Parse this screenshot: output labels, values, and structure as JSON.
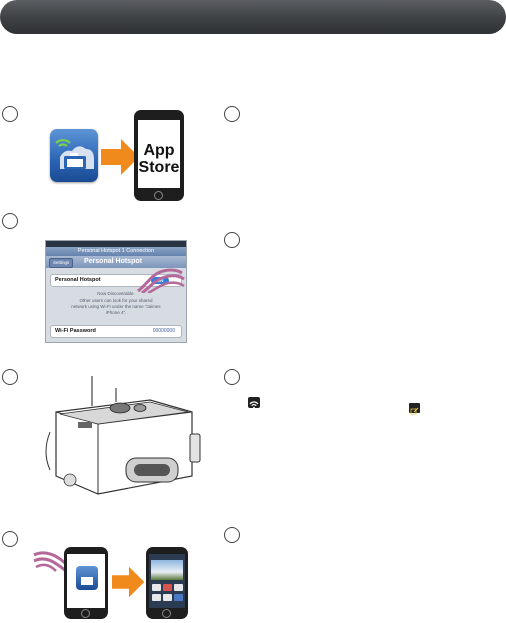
{
  "header": {
    "title": ""
  },
  "steps": [
    {
      "number": "",
      "side": "left"
    },
    {
      "number": "",
      "side": "right"
    },
    {
      "number": "",
      "side": "left"
    },
    {
      "number": "",
      "side": "right"
    },
    {
      "number": "",
      "side": "left"
    },
    {
      "number": "",
      "side": "right"
    },
    {
      "number": "",
      "side": "left"
    },
    {
      "number": "",
      "side": "right"
    }
  ],
  "app_store": {
    "line1": "App",
    "line2": "Store"
  },
  "ios": {
    "window_title": "Personal Hotspot 1 Connection",
    "back_label": "Settings",
    "nav_title": "Personal Hotspot",
    "hotspot_label": "Personal Hotspot",
    "toggle_label": "ON",
    "note_line1": "Now Discoverable.",
    "note_line2": "Other users can look for your shared",
    "note_line3": "network using Wi-Fi under the name \"Jaimes",
    "note_line4": "iPhone 4\".",
    "password_label": "Wi-Fi Password",
    "password_value": "00000000"
  },
  "colors": {
    "header": "#3e4144",
    "arrow": "#f08a1c",
    "app_blue": "#2a64b4",
    "hand": "#b5689a",
    "ios_toggle": "#2e7fe0"
  },
  "icons": {
    "app": "camera-app-icon",
    "arrow": "arrow-right-icon",
    "phone": "smartphone-icon",
    "hand": "tap-hand-icon",
    "wifi": "wifi-icon",
    "share": "share-icon"
  }
}
